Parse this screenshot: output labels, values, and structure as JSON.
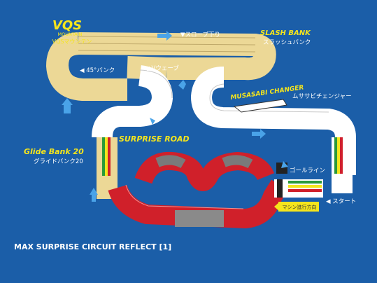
{
  "colors": {
    "background": "#1b5ea8",
    "track_gold": "#ecd896",
    "track_white": "#ffffff",
    "track_red": "#d0202a",
    "track_gray": "#8a8a8a",
    "accent_yellow": "#f5e51c",
    "arrow_blue": "#4aa3e8"
  },
  "brand": {
    "logo_text": "VQS",
    "logo_sub": "MOUNTAIN",
    "caption": "VQSマウンテン"
  },
  "labels": {
    "slope_down": "▼スロープ下り",
    "slash_bank": "SLASH BANK",
    "slash_bank_jp": "スラッシュバンク",
    "bank45": "◀ 45°バンク",
    "v_wave": "▲Vウェーブ",
    "musasabi": "MUSASABI CHANGER",
    "musasabi_jp": "ムササビチェンジャー",
    "surprise_road": "SURPRISE ROAD",
    "glide_bank": "Glide Bank 20",
    "glide_bank_jp": "グライドバンク20",
    "goal_line": "ゴールライン",
    "start": "◀ スタート",
    "direction": "マシン進行方向"
  },
  "title": "MAX SURPRISE CIRCUIT REFLECT [1]"
}
